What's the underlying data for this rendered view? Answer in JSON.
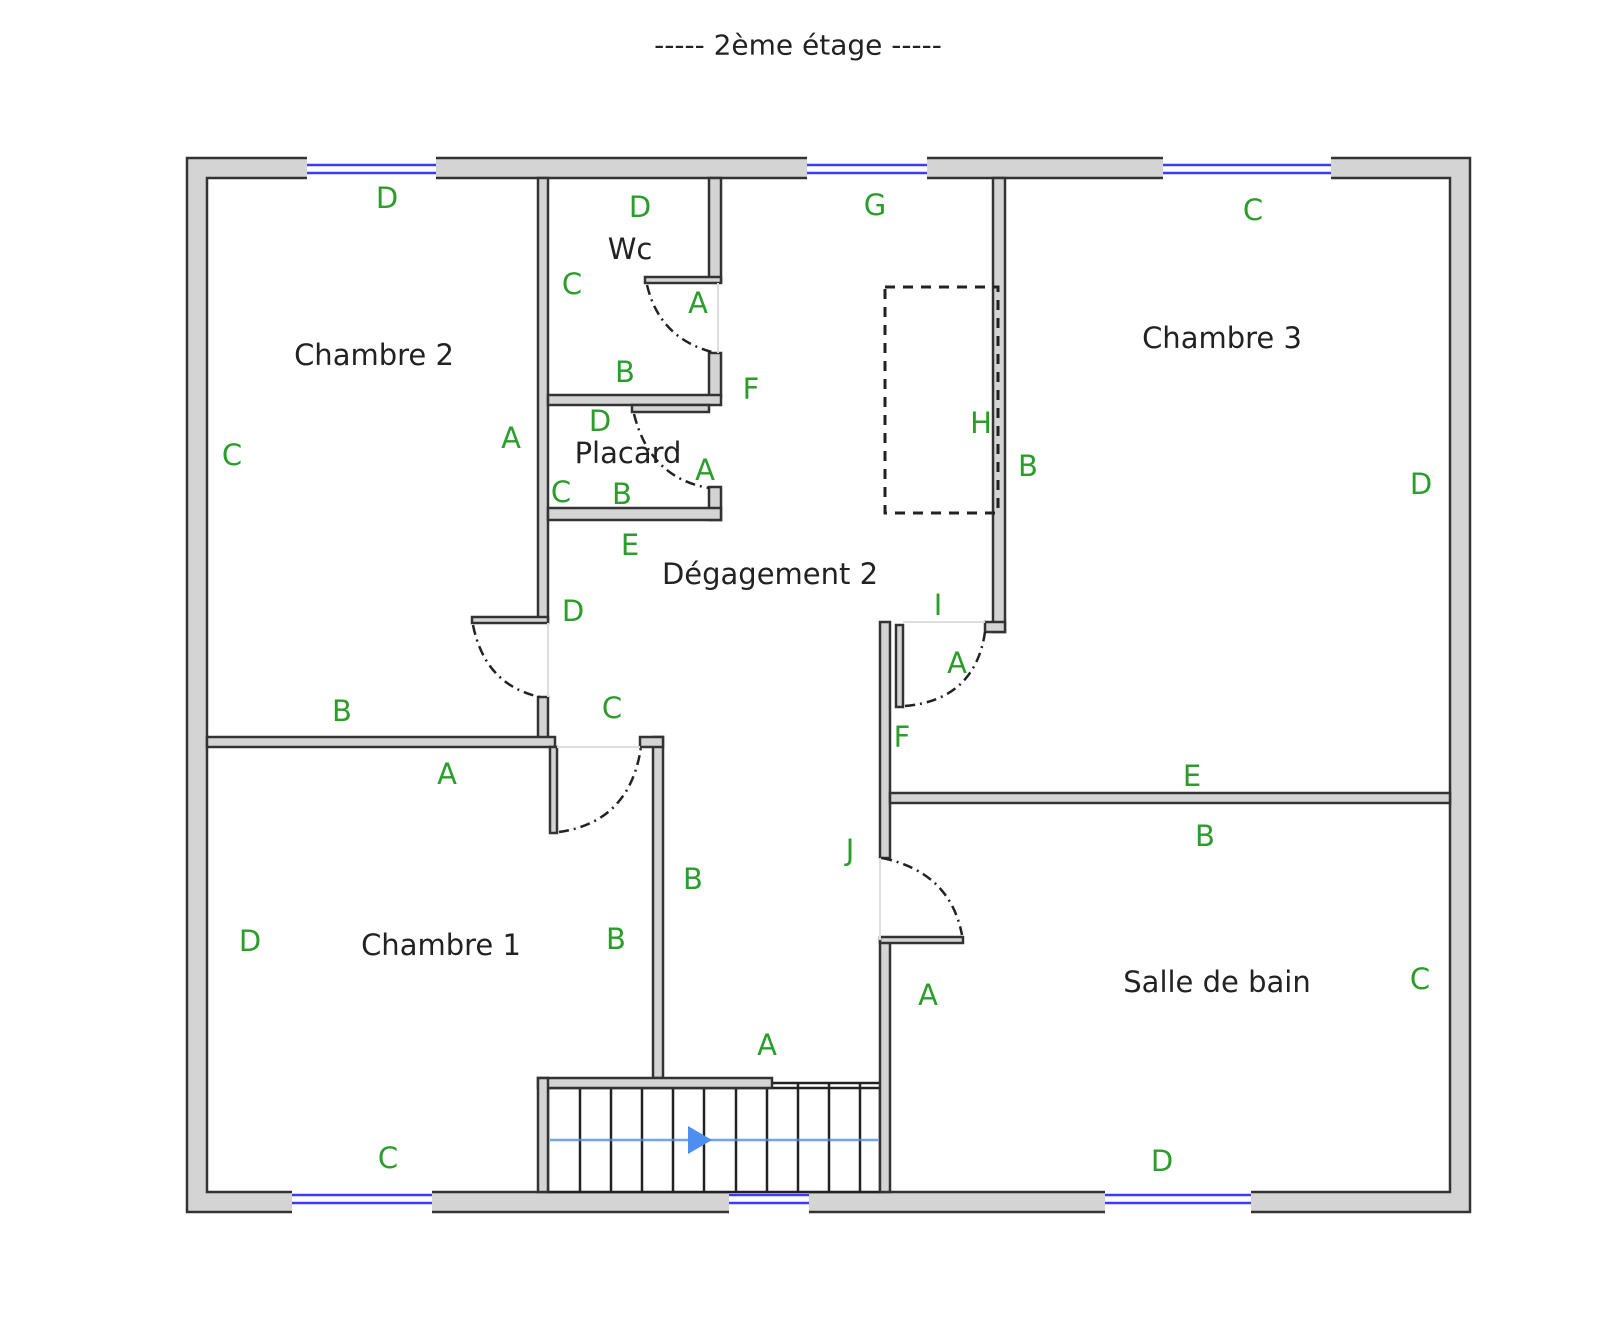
{
  "title": "-----  2ème étage  -----",
  "rooms": [
    "Wc",
    "Chambre 2",
    "Placard",
    "Chambre 3",
    "Dégagement 2",
    "Chambre 1",
    "Salle de bain"
  ],
  "wall_labels": [
    "D",
    "D",
    "G",
    "C",
    "C",
    "A",
    "B",
    "F",
    "A",
    "C",
    "D",
    "C",
    "A",
    "B",
    "H",
    "B",
    "D",
    "E",
    "D",
    "I",
    "A",
    "B",
    "C",
    "F",
    "E",
    "A",
    "B",
    "J",
    "B",
    "D",
    "B",
    "C",
    "A",
    "A",
    "C",
    "D"
  ],
  "colors": {
    "wall_label": "#2a9d2a",
    "window": "#3b3bff",
    "stair_arrow": "#4d8ef0",
    "wall_fill": "#d4d4d4"
  }
}
